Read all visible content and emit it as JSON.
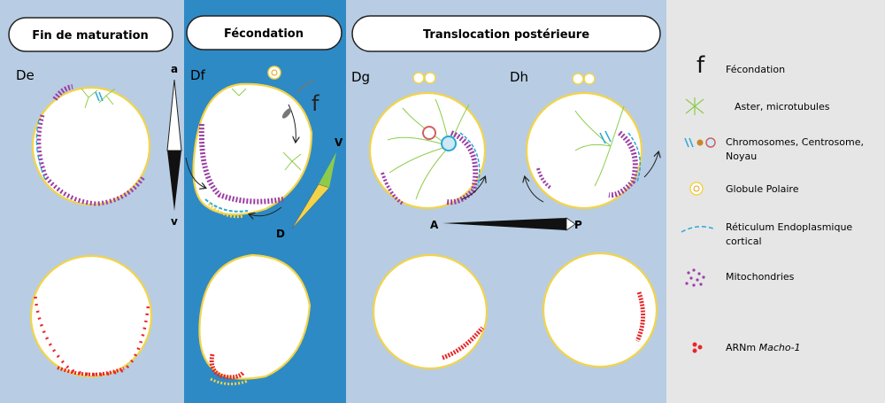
{
  "headers": {
    "fin_maturation": "Fin de maturation",
    "fecondation": "Fécondation",
    "translocation": "Translocation postérieure"
  },
  "stage_labels": {
    "de": "De",
    "df": "Df",
    "dg": "Dg",
    "dh": "Dh"
  },
  "axes": {
    "animal": "a",
    "vegetal": "v",
    "ventral": "V",
    "dorsal": "D",
    "anterior": "A",
    "posterior": "P",
    "fertilization_glyph": "f"
  },
  "legend": {
    "f_glyph": "f",
    "fecondation": "Fécondation",
    "aster": "Aster, microtubules",
    "chromosomes": "Chromosomes, Centrosome, Noyau",
    "globule": "Globule Polaire",
    "reticulum": "Réticulum Endoplasmique cortical",
    "mitochondries": "Mitochondries",
    "arnm_prefix": "ARNm ",
    "arnm_gene": "Macho-1"
  },
  "colors": {
    "panel_light": "#b8cde3",
    "panel_dark": "#2e8ac4",
    "legend_bg": "#e6e6e6",
    "cell_outline": "#f2d44a",
    "mitochondria": "#9b3ea6",
    "mrna": "#e8272a",
    "aster": "#8ccc4a",
    "reticulum": "#29a8d8"
  }
}
